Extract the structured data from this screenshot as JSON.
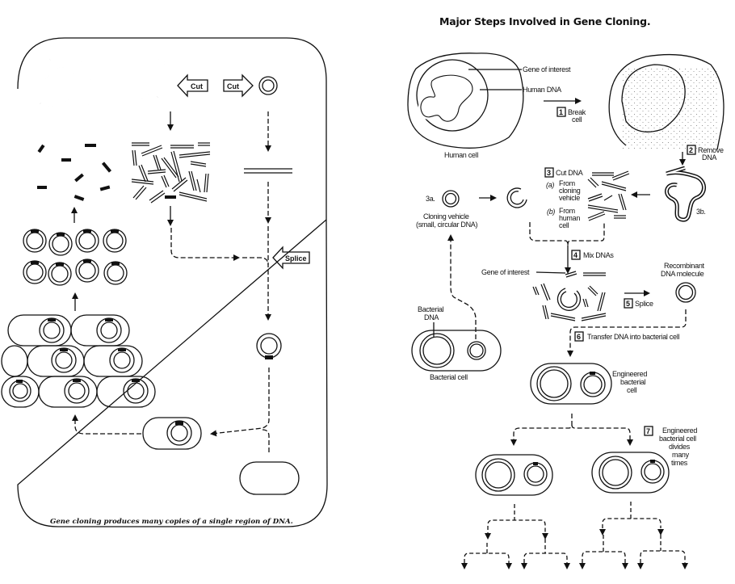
{
  "left_panel": {
    "cut_left_label": "Cut",
    "cut_right_label": "Cut",
    "splice_label": "Splice",
    "caption": "Gene cloning produces many copies of a single region of DNA."
  },
  "right_panel": {
    "title": "Major Steps Involved in Gene Cloning.",
    "labels": {
      "gene_of_interest_top": "Gene of interest",
      "human_dna": "Human DNA",
      "human_cell": "Human cell",
      "step3a": "3a.",
      "step3b": "3b.",
      "cloning_vehicle_line1": "Cloning vehicle",
      "cloning_vehicle_line2": "(small, circular DNA)",
      "sub_a_marker": "(a)",
      "sub_a_line1": "From",
      "sub_a_line2": "cloning",
      "sub_a_line3": "vehicle",
      "sub_b_marker": "(b)",
      "sub_b_line1": "From",
      "sub_b_line2": "human",
      "sub_b_line3": "cell",
      "gene_of_interest_mid": "Gene of interest",
      "recombinant_line1": "Recombinant",
      "recombinant_line2": "DNA molecule",
      "bacterial_dna_line1": "Bacterial",
      "bacterial_dna_line2": "DNA",
      "bacterial_cell": "Bacterial cell",
      "engineered_line1": "Engineered",
      "engineered_line2": "bacterial",
      "engineered_line3": "cell"
    },
    "steps": [
      {
        "number": "1",
        "line1": "Break",
        "line2": "cell"
      },
      {
        "number": "2",
        "line1": "Remove",
        "line2": "DNA"
      },
      {
        "number": "3",
        "line1": "Cut DNA",
        "line2": ""
      },
      {
        "number": "4",
        "line1": "Mix DNAs",
        "line2": ""
      },
      {
        "number": "5",
        "line1": "Splice",
        "line2": ""
      },
      {
        "number": "6",
        "line1": "Transfer DNA into bacterial cell",
        "line2": ""
      },
      {
        "number": "7",
        "line1": "Engineered",
        "line2": "bacterial cell",
        "line3": "divides",
        "line4": "many",
        "line5": "times"
      }
    ]
  }
}
